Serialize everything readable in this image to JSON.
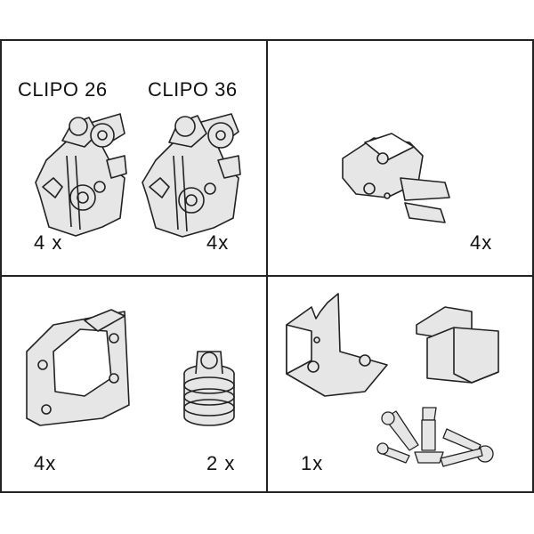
{
  "cells": {
    "top_left": {
      "title_a": "CLIPO 26",
      "title_b": "CLIPO 36",
      "qty_a": "4 x",
      "qty_b": "4x"
    },
    "top_right": {
      "qty": "4x"
    },
    "bottom_left": {
      "qty_a": "4x",
      "qty_b": "2 x"
    },
    "bottom_right": {
      "qty": "1x"
    }
  },
  "colors": {
    "line": "#222222",
    "fill": "#e6e6e6"
  }
}
